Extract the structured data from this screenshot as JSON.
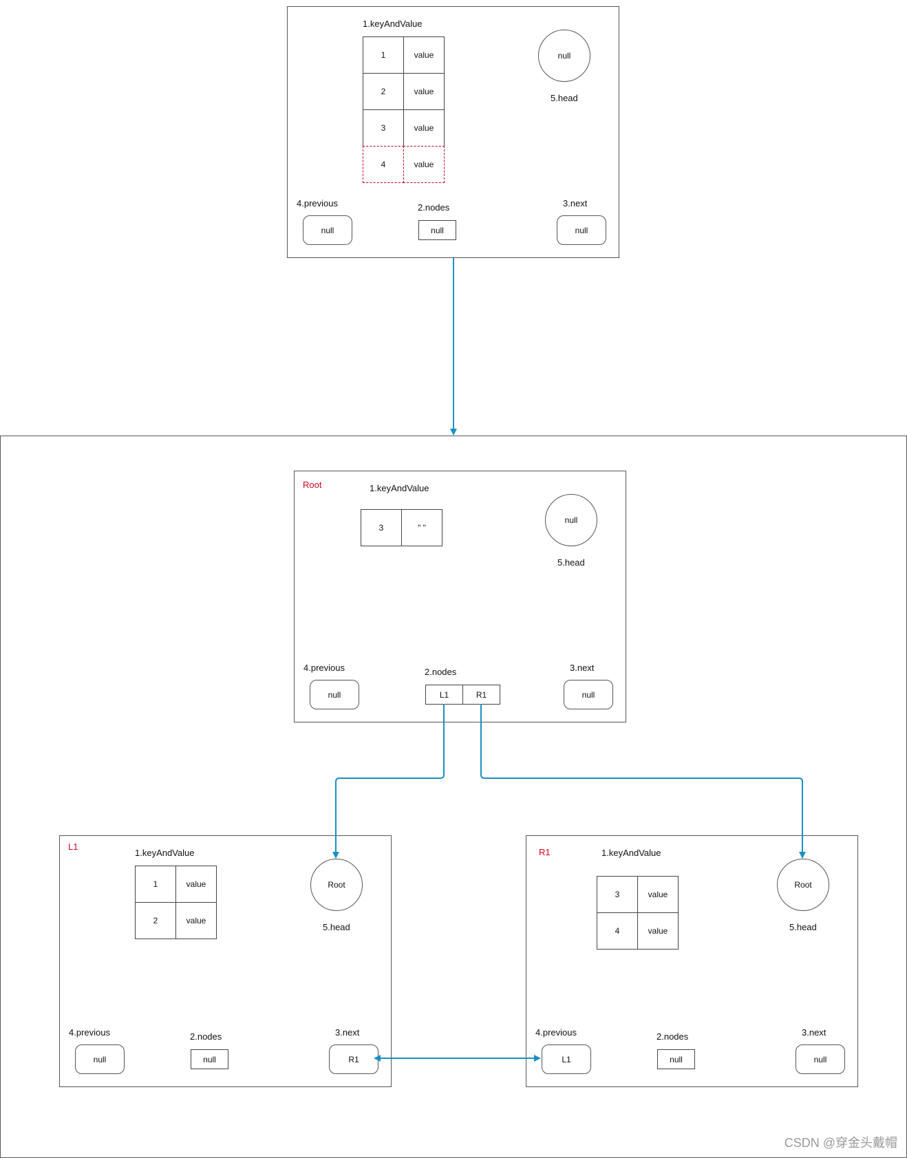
{
  "top_node": {
    "kv_label": "1.keyAndValue",
    "rows": [
      {
        "key": "1",
        "value": "value"
      },
      {
        "key": "2",
        "value": "value"
      },
      {
        "key": "3",
        "value": "value"
      },
      {
        "key": "4",
        "value": "value"
      }
    ],
    "head_value": "null",
    "head_label": "5.head",
    "previous_label": "4.previous",
    "previous_value": "null",
    "nodes_label": "2.nodes",
    "nodes_value": "null",
    "next_label": "3.next",
    "next_value": "null"
  },
  "root_node": {
    "title": "Root",
    "kv_label": "1.keyAndValue",
    "rows": [
      {
        "key": "3",
        "value": "\" \""
      }
    ],
    "head_value": "null",
    "head_label": "5.head",
    "previous_label": "4.previous",
    "previous_value": "null",
    "nodes_label": "2.nodes",
    "nodes": [
      "L1",
      "R1"
    ],
    "next_label": "3.next",
    "next_value": "null"
  },
  "l1_node": {
    "title": "L1",
    "kv_label": "1.keyAndValue",
    "rows": [
      {
        "key": "1",
        "value": "value"
      },
      {
        "key": "2",
        "value": "value"
      }
    ],
    "head_value": "Root",
    "head_label": "5.head",
    "previous_label": "4.previous",
    "previous_value": "null",
    "nodes_label": "2.nodes",
    "nodes_value": "null",
    "next_label": "3.next",
    "next_value": "R1"
  },
  "r1_node": {
    "title": "R1",
    "kv_label": "1.keyAndValue",
    "rows": [
      {
        "key": "3",
        "value": "value"
      },
      {
        "key": "4",
        "value": "value"
      }
    ],
    "head_value": "Root",
    "head_label": "5.head",
    "previous_label": "4.previous",
    "previous_value": "L1",
    "nodes_label": "2.nodes",
    "nodes_value": "null",
    "next_label": "3.next",
    "next_value": "null"
  },
  "watermark": "CSDN @穿金头戴帽",
  "colors": {
    "connector": "#1a8fc4",
    "highlight": "#d0021b",
    "border": "#555555"
  }
}
